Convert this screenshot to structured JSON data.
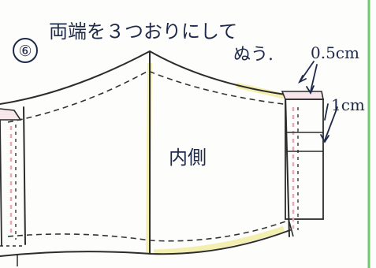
{
  "step_number": "⑥",
  "instruction_line1": "両端を３つおりにして",
  "instruction_line2": "ぬう.",
  "label_seam_allowance": "0.5cm",
  "label_fold_width": "1cm",
  "label_inside": "内側",
  "colors": {
    "ink": "#1f2a4a",
    "pencil": "#2c2c2c",
    "highlight": "#f3efb0",
    "pink_mark": "#e6a9b6",
    "green_border": "#6fc96a"
  }
}
